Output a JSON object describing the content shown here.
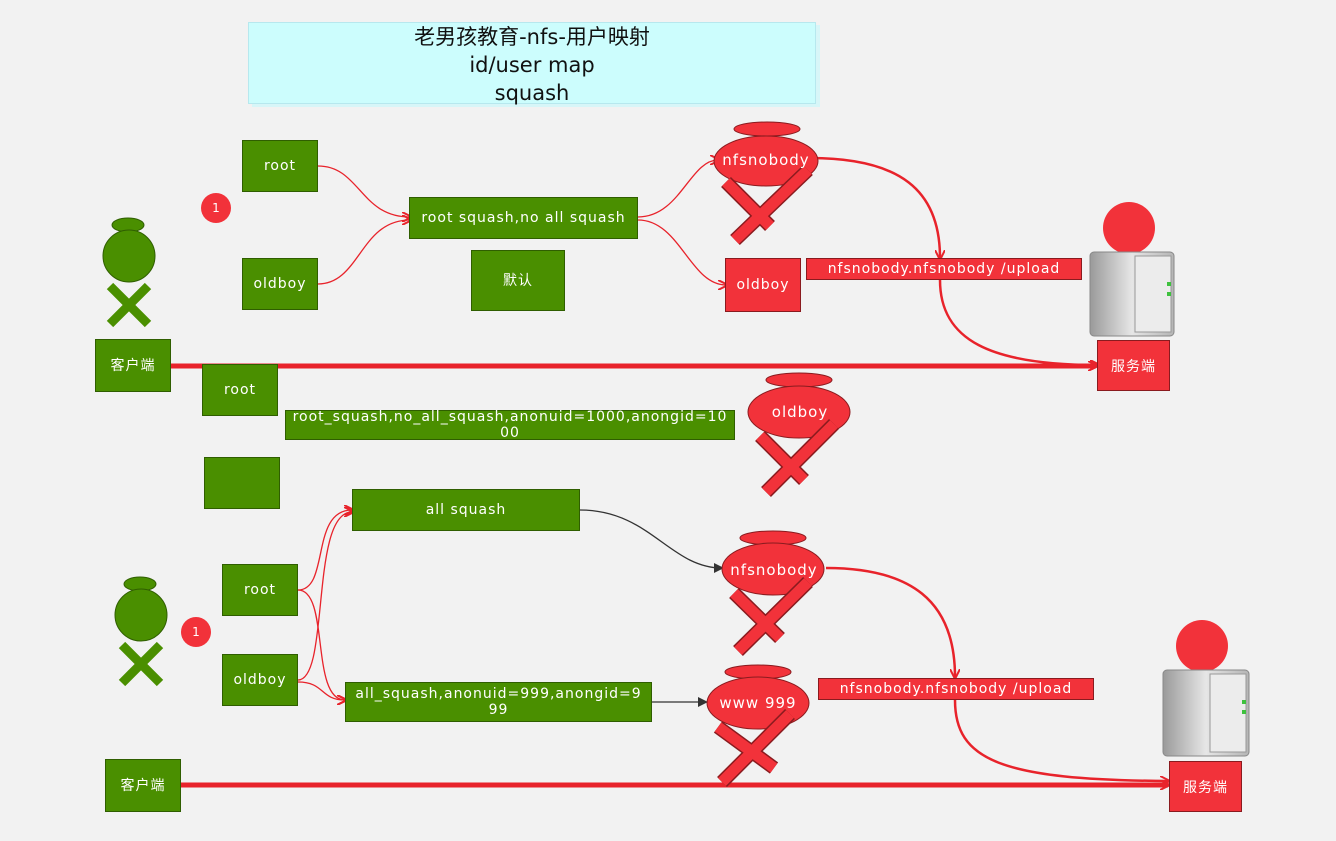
{
  "title": {
    "line1": "老男孩教育-nfs-用户映射",
    "line2": "id/user  map",
    "line3": "squash"
  },
  "top": {
    "badge": "1",
    "user_root": "root",
    "user_oldboy": "oldboy",
    "option": "root squash,no all squash",
    "default_label": "默认",
    "mapped_nfsnobody": "nfsnobody",
    "mapped_oldboy": "oldboy",
    "perm_label": "nfsnobody.nfsnobody /upload",
    "client_label": "客户端",
    "server_label": "服务端"
  },
  "middle": {
    "user_root": "root",
    "option": "root_squash,no_all_squash,anonuid=1000,anongid=1000",
    "mapped_oldboy": "oldboy"
  },
  "bottom": {
    "badge": "1",
    "user_root": "root",
    "user_oldboy": "oldboy",
    "option_all": "all squash",
    "option_anon": "all_squash,anonuid=999,anongid=999",
    "mapped_nfsnobody": "nfsnobody",
    "mapped_www": "www 999",
    "perm_label": "nfsnobody.nfsnobody /upload",
    "client_label": "客户端",
    "server_label": "服务端"
  },
  "colors": {
    "green": "#4a8f00",
    "red": "#f2323a",
    "title_bg": "#ccfdfd"
  }
}
